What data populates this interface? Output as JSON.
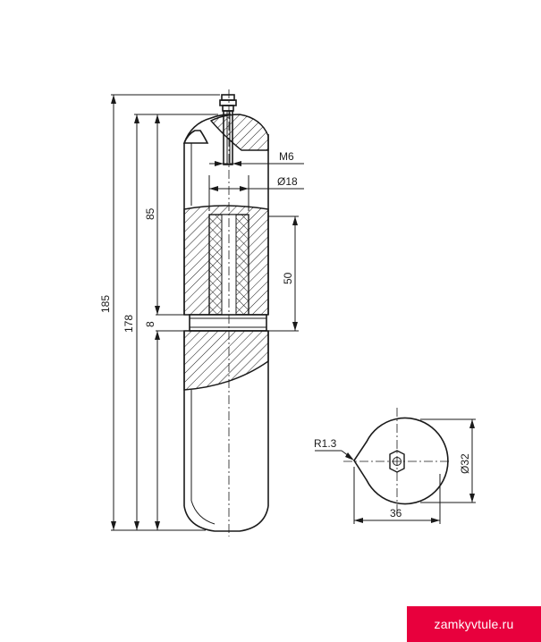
{
  "labels": {
    "m6": "M6",
    "d18": "Ø18",
    "d32": "Ø32",
    "r13": "R1.3",
    "l185": "185",
    "l178": "178",
    "l85": "85",
    "l8": "8",
    "l50": "50",
    "l36": "36"
  },
  "site": {
    "watermark": "zamkyvtule.ru"
  },
  "colors": {
    "line": "#1a1a1a",
    "brand": "#e8003d"
  }
}
